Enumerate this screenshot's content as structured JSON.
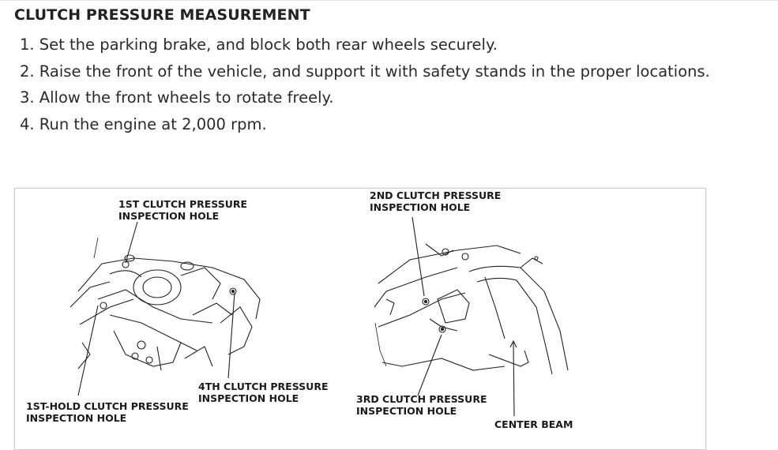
{
  "title": "CLUTCH PRESSURE MEASUREMENT",
  "steps": [
    "1. Set the parking brake, and block both rear wheels securely.",
    "2. Raise the front of the vehicle, and support it with safety stands in the proper locations.",
    "3. Allow the front wheels to rotate freely.",
    "4. Run the engine at 2,000 rpm."
  ],
  "figure": {
    "labels": {
      "first_clutch": [
        "1ST CLUTCH PRESSURE",
        "INSPECTION HOLE"
      ],
      "second_clutch": [
        "2ND CLUTCH PRESSURE",
        "INSPECTION HOLE"
      ],
      "first_hold_clutch": [
        "1ST-HOLD CLUTCH PRESSURE",
        "INSPECTION HOLE"
      ],
      "fourth_clutch": [
        "4TH CLUTCH PRESSURE",
        "INSPECTION HOLE"
      ],
      "third_clutch": [
        "3RD CLUTCH PRESSURE",
        "INSPECTION HOLE"
      ],
      "center_beam": "CENTER BEAM"
    }
  }
}
